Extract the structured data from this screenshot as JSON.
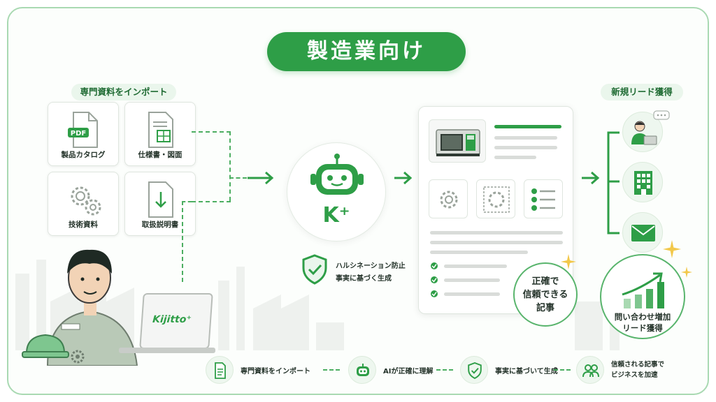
{
  "title": "製造業向け",
  "import_section": {
    "label": "専門資料をインポート",
    "cards": [
      {
        "caption": "製品カタログ",
        "icon": "pdf-icon",
        "badge": "PDF"
      },
      {
        "caption": "仕様書・図面",
        "icon": "spec-sheet-icon"
      },
      {
        "caption": "技術資料",
        "icon": "gears-icon"
      },
      {
        "caption": "取扱説明書",
        "icon": "manual-download-icon"
      }
    ]
  },
  "bot": {
    "logo_text": "K⁺",
    "icon": "robot-icon"
  },
  "hallucination_note": {
    "line1": "ハルシネーション防止",
    "line2": "事実に基づく生成",
    "icon": "shield-check-icon"
  },
  "article_badge": {
    "line1": "正確で",
    "line2": "信頼できる",
    "line3": "記事"
  },
  "lead_section": {
    "label": "新規リード獲得",
    "items": [
      {
        "icon": "businessman-laptop-icon"
      },
      {
        "icon": "office-building-icon"
      },
      {
        "icon": "envelope-icon"
      }
    ]
  },
  "growth_badge": {
    "line1": "問い合わせ増加",
    "line2": "リード獲得",
    "icon": "growth-chart-icon"
  },
  "laptop": {
    "brand": "Kijitto⁺"
  },
  "flow_steps": [
    {
      "label": "専門資料をインポート",
      "icon": "document-icon"
    },
    {
      "label": "AIが正確に理解",
      "icon": "robot-icon"
    },
    {
      "label": "事実に基づいて生成",
      "icon": "shield-check-icon"
    },
    {
      "line1": "信頼される記事で",
      "line2": "ビジネスを加速",
      "icon": "people-icon"
    }
  ],
  "colors": {
    "accent": "#2e9e47",
    "light": "#eaf6ec",
    "border": "#a9d9b2"
  }
}
